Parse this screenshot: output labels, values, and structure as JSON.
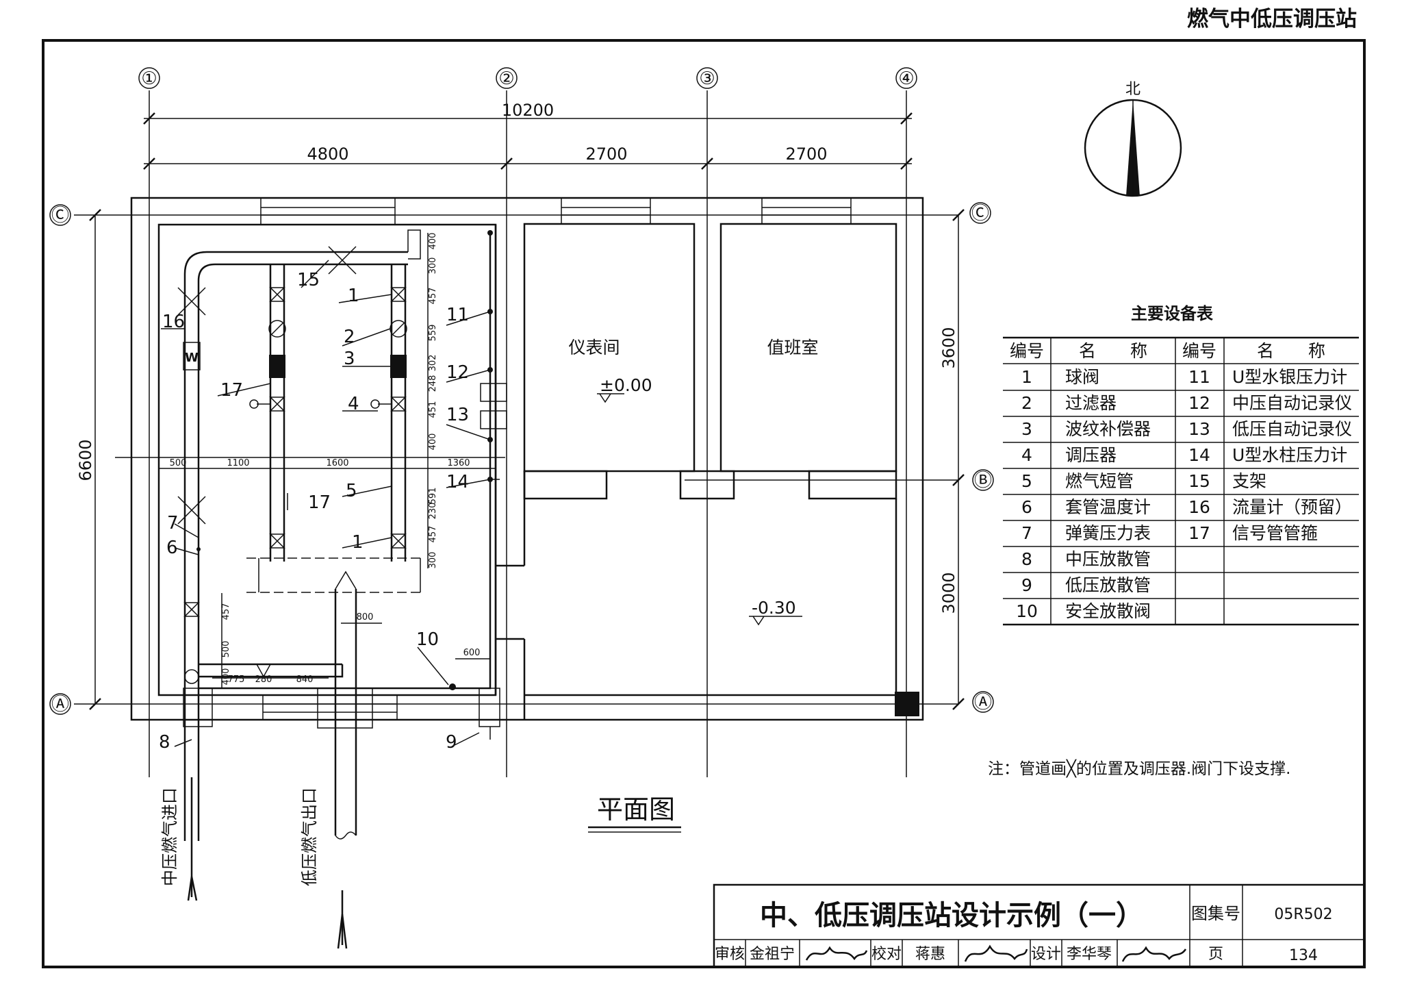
{
  "header": {
    "top_title": "燃气中低压调压站"
  },
  "axes": {
    "vertical": [
      "①",
      "②",
      "③",
      "④"
    ],
    "horizontal": [
      "Ⓒ",
      "Ⓑ",
      "Ⓐ"
    ]
  },
  "dims": {
    "total": "10200",
    "bay1": "4800",
    "bay2": "2700",
    "bay3": "2700",
    "height_total": "6600",
    "height_upper": "3600",
    "height_lower": "3000"
  },
  "small_dims": {
    "horizontal": [
      "500",
      "1100",
      "1600",
      "1360",
      "800",
      "600",
      "775",
      "280",
      "840"
    ],
    "vertical": [
      "400",
      "300",
      "457",
      "559",
      "302",
      "248",
      "451",
      "400",
      "591",
      "230",
      "457",
      "300",
      "457",
      "500",
      "400"
    ]
  },
  "rooms": {
    "instrument": "仪表间",
    "duty": "值班室",
    "level_upper": "±0.00",
    "level_lower": "-0.30"
  },
  "callouts": [
    "1",
    "2",
    "3",
    "4",
    "5",
    "6",
    "7",
    "8",
    "9",
    "10",
    "11",
    "12",
    "13",
    "14",
    "15",
    "16",
    "17",
    "17",
    "1"
  ],
  "pipes": {
    "inlet": "中压燃气进口",
    "outlet": "低压燃气出口"
  },
  "plan_title": "平面图",
  "compass": {
    "north": "北"
  },
  "flowmeter_mark": "W",
  "equipment_table": {
    "title": "主要设备表",
    "headers": [
      "编号",
      "名　　称",
      "编号",
      "名　　称"
    ],
    "rows": [
      [
        "1",
        "球阀",
        "11",
        "U型水银压力计"
      ],
      [
        "2",
        "过滤器",
        "12",
        "中压自动记录仪"
      ],
      [
        "3",
        "波纹补偿器",
        "13",
        "低压自动记录仪"
      ],
      [
        "4",
        "调压器",
        "14",
        "U型水柱压力计"
      ],
      [
        "5",
        "燃气短管",
        "15",
        "支架"
      ],
      [
        "6",
        "套管温度计",
        "16",
        "流量计（预留）"
      ],
      [
        "7",
        "弹簧压力表",
        "17",
        "信号管管箍"
      ],
      [
        "8",
        "中压放散管",
        "",
        ""
      ],
      [
        "9",
        "低压放散管",
        "",
        ""
      ],
      [
        "10",
        "安全放散阀",
        "",
        ""
      ]
    ]
  },
  "note": "注：管道画╳的位置及调压器.阀门下设支撑.",
  "title_block": {
    "title": "中、低压调压站设计示例（一）",
    "atlas_label": "图集号",
    "atlas_no": "05R502",
    "page_label": "页",
    "page_no": "134",
    "review_label": "审核",
    "reviewer": "金祖宁",
    "check_label": "校对",
    "checker": "蒋惠",
    "design_label": "设计",
    "designer": "李华琴"
  }
}
